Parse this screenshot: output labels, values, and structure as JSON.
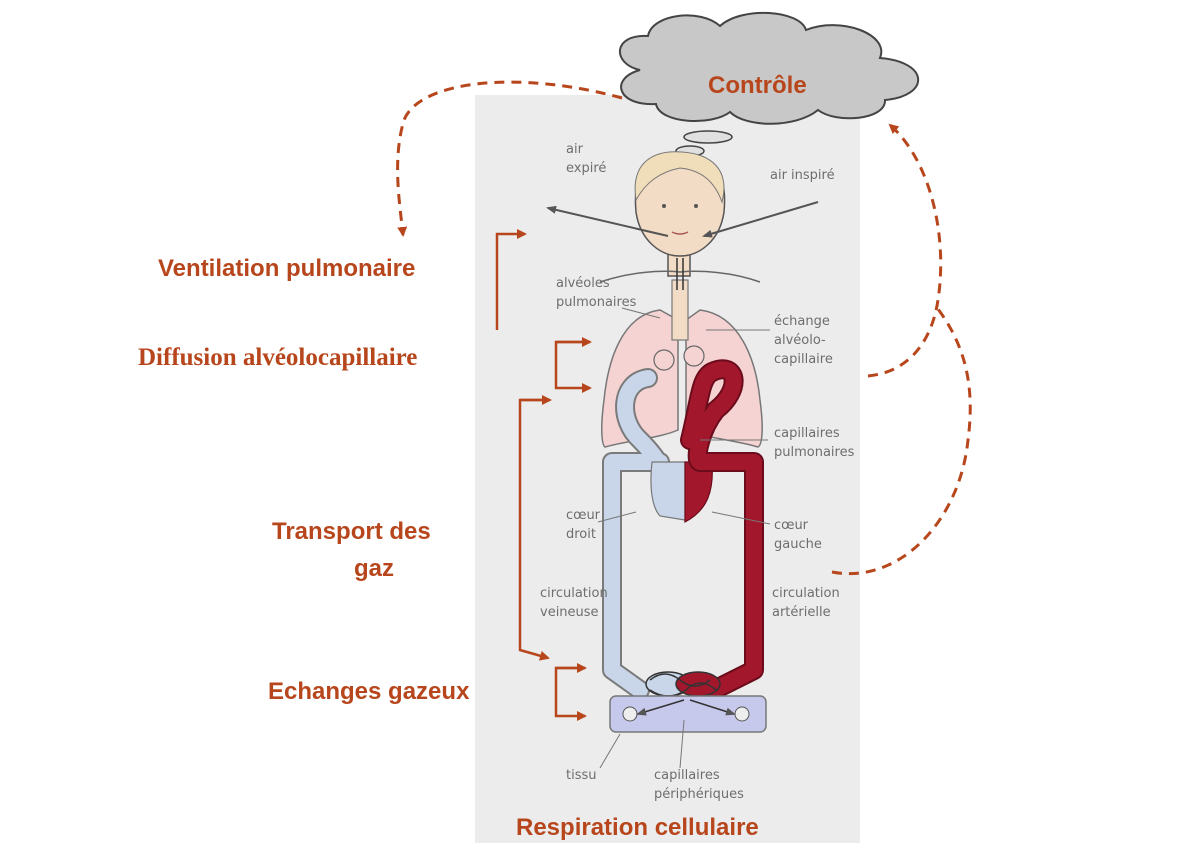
{
  "colors": {
    "accent": "#b8461c",
    "panel": "#ececec",
    "cloud": "#c8c8c8",
    "lungs": "#f6d3d3",
    "venous": "#c9d6ea",
    "arterial": "#a3172c",
    "tissue": "#c7c9ec"
  },
  "cloud": {
    "label": "Contrôle"
  },
  "processes": {
    "ventilation": "Ventilation pulmonaire",
    "diffusion": "Diffusion alvéolocapillaire",
    "transport_line1": "Transport des",
    "transport_line2": "gaz",
    "echanges": "Echanges gazeux",
    "respiration": "Respiration cellulaire"
  },
  "labels": {
    "air_expire": [
      "air",
      "expiré"
    ],
    "air_inspire": [
      "air inspiré"
    ],
    "alveoles": [
      "alvéoles",
      "pulmonaires"
    ],
    "echange_alveolo": [
      "échange",
      "alvéolo-",
      "capillaire"
    ],
    "capillaires_pulm": [
      "capillaires",
      "pulmonaires"
    ],
    "coeur_droit": [
      "cœur",
      "droit"
    ],
    "coeur_gauche": [
      "cœur",
      "gauche"
    ],
    "circ_veineuse": [
      "circulation",
      "veineuse"
    ],
    "circ_arterielle": [
      "circulation",
      "artérielle"
    ],
    "tissu": [
      "tissu"
    ],
    "capillaires_periph": [
      "capillaires",
      "périphériques"
    ]
  }
}
